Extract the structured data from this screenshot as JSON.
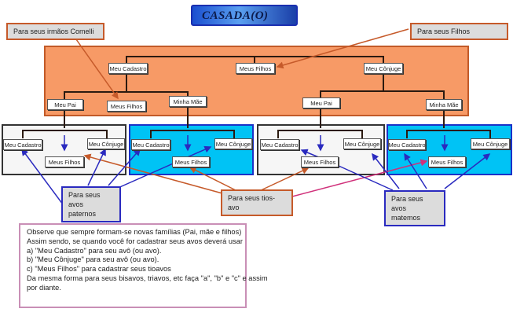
{
  "title": "CASADA(O)",
  "callouts": {
    "irmaos": "Para seus irmãos Comelli",
    "filhos": "Para seus Filhos",
    "avos_paternos": [
      "Para seus avos",
      "paternos"
    ],
    "tios_avo": "Para seus tios-avo",
    "avos_maternos": [
      "Para seus avos",
      "matemos"
    ]
  },
  "top_family": {
    "meu_cadastro": "Meu Cadastro",
    "meus_filhos": "Meus Filhos",
    "meu_conjuge": "Meu Cônjuge",
    "left_pai": "Meu Pai",
    "left_filhos": "Meus Filhos",
    "left_mae": "Minha Mãe",
    "right_pai": "Meu Pai",
    "right_mae": "Minha Mãe"
  },
  "sub_families": [
    {
      "cadastro": "Meu Cadastro",
      "conjuge": "Meu Cônjuge",
      "filhos": "Meus Filhos"
    },
    {
      "cadastro": "Meu Cadastro",
      "conjuge": "Meu Cônjuge",
      "filhos": "Meus Filhos"
    },
    {
      "cadastro": "Meu Cadastro",
      "conjuge": "Meu Cônjuge",
      "filhos": "Meus Filhos"
    },
    {
      "cadastro": "Meu Cadastro",
      "conjuge": "Meu Cônjuge",
      "filhos": "Meus Filhos"
    }
  ],
  "note": {
    "lines": [
      "Observe que sempre formam-se novas famílias (Pai, mãe e filhos)",
      "Assim sendo, se quando você for cadastrar seus avos deverá usar",
      "a)    \"Meu Cadastro\" para seu avô (ou avo).",
      "b)    \"Meu Cônjuge\"  para seu avô (ou avo).",
      "c)    \"Meus Filhos\" para cadastrar seus tioavos",
      "Da mesma forma para seus bisavos, triavos, etc faça \"a\", \"b\" e \"c\" e assim",
      "por diante."
    ]
  },
  "colors": {
    "orange_panel": "#f79a66",
    "blue_panel": "#00c3f5",
    "orange_arrow": "#c65a2a",
    "blue_arrow": "#2a2abf",
    "pink_arrow": "#d0307a"
  }
}
